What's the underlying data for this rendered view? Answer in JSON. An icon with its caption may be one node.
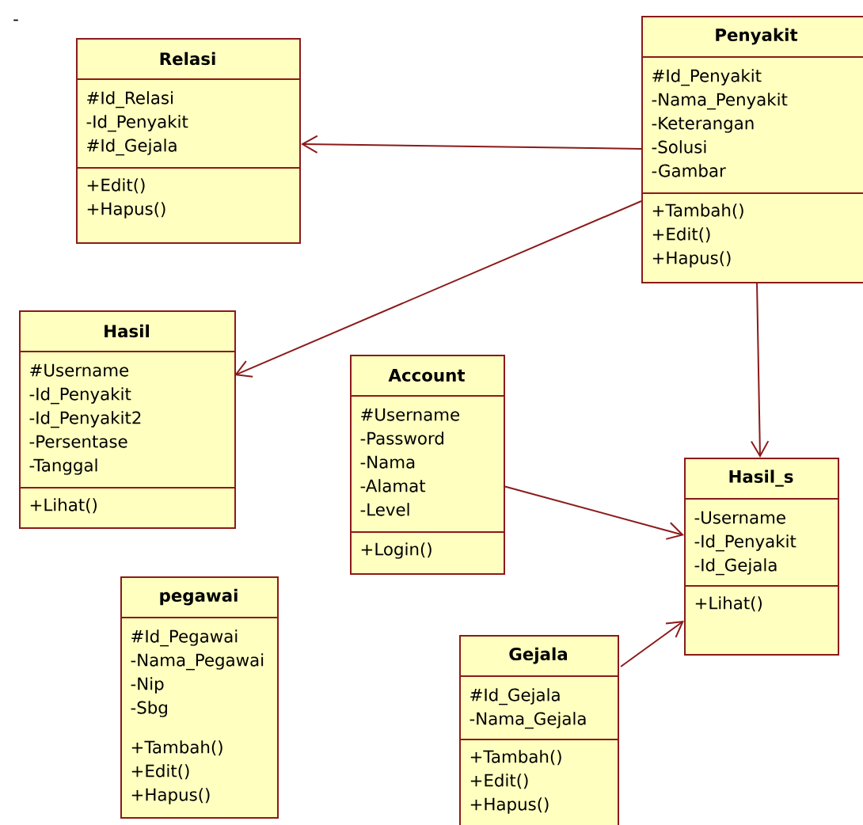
{
  "diagram": {
    "nodes": [
      {
        "text": [
          "Relasi",
          "#Id_Relasi",
          "-Id_Penyakit",
          "#Id_Gejala",
          "+Edit()",
          "+Hapus()"
        ]
      },
      {
        "text": [
          "Penyakit",
          "#Id_Penyakit",
          "-Nama_Penyakit",
          "-Keterangan",
          "-Solusi",
          "-Gambar",
          "+Tambah()",
          "+Edit()",
          "+Hapus()"
        ]
      },
      {
        "text": [
          "Hasil",
          "#Username",
          "-Id_Penyakit",
          "-Id_Penyakit2",
          "-Persentase",
          "-Tanggal",
          "+Lihat()"
        ]
      },
      {
        "text": [
          "Account",
          "#Username",
          "-Password",
          "-Nama",
          "-Alamat",
          "-Level",
          "+Login()"
        ]
      },
      {
        "text": [
          "Hasil_s",
          "-Username",
          "-Id_Penyakit",
          "-Id_Gejala",
          "+Lihat()"
        ]
      },
      {
        "text": [
          "pegawai",
          "#Id_Pegawai",
          "-Nama_Pegawai",
          "-Nip",
          "-Sbg",
          "+Tambah()",
          "+Edit()",
          "+Hapus()"
        ]
      },
      {
        "text": [
          "Gejala",
          "#Id_Gejala",
          "-Nama_Gejala",
          "+Tambah()",
          "+Edit()",
          "+Hapus()"
        ]
      }
    ],
    "edges": [
      {
        "from": 1,
        "to": 0,
        "arrow": "to"
      },
      {
        "from": 1,
        "to": 2,
        "arrow": "to"
      },
      {
        "from": 1,
        "to": 4,
        "arrow": "to"
      },
      {
        "from": 3,
        "to": 4,
        "arrow": "to"
      },
      {
        "from": 6,
        "to": 4,
        "arrow": "to"
      }
    ],
    "labels": [
      "-"
    ]
  }
}
